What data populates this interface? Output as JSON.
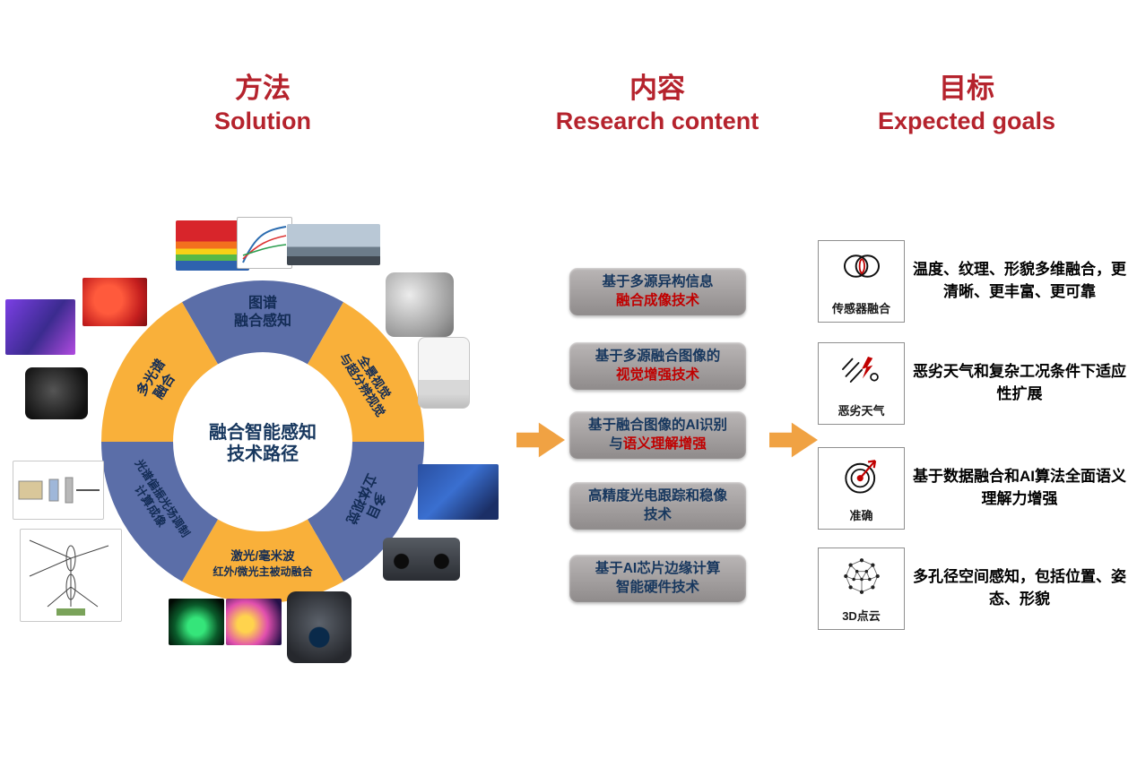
{
  "headers": [
    {
      "zh": "方法",
      "en": "Solution"
    },
    {
      "zh": "内容",
      "en": "Research content"
    },
    {
      "zh": "目标",
      "en": "Expected goals"
    }
  ],
  "ring": {
    "center_lines": [
      "融合智能感知",
      "技术路径"
    ],
    "segments": [
      {
        "lines": [
          "图谱",
          "融合感知"
        ]
      },
      {
        "lines": [
          "全景视觉",
          "与超分辨视觉"
        ]
      },
      {
        "lines": [
          "多目",
          "立体视觉"
        ]
      },
      {
        "lines": [
          "激光/毫米波",
          "红外/微光主被动融合"
        ]
      },
      {
        "lines": [
          "光谱偏振光场调制",
          "计算成像"
        ]
      },
      {
        "lines": [
          "多光谱",
          "融合"
        ]
      }
    ]
  },
  "research_items": [
    {
      "line1": "基于多源异构信息",
      "line2_prefix": "",
      "line2": "融合成像技术"
    },
    {
      "line1": "基于多源融合图像的",
      "line2_prefix": "",
      "line2": "视觉增强技术"
    },
    {
      "line1": "基于融合图像的AI识别",
      "line2_prefix": "与",
      "line2": "语义理解增强"
    },
    {
      "line1": "高精度光电跟踪和稳像",
      "line2_prefix": "",
      "line2": "技术"
    },
    {
      "line1": "基于AI芯片边缘计算",
      "line2_prefix": "",
      "line2": "智能硬件技术"
    }
  ],
  "goals": [
    {
      "icon": "sensor-fusion-icon",
      "label": "传感器融合",
      "desc": "温度、纹理、形貌多维融合，更清晰、更丰富、更可靠"
    },
    {
      "icon": "bad-weather-icon",
      "label": "恶劣天气",
      "desc": "恶劣天气和复杂工况条件下适应性扩展"
    },
    {
      "icon": "accuracy-target-icon",
      "label": "准确",
      "desc": "基于数据融合和AI算法全面语义理解力增强"
    },
    {
      "icon": "point-cloud-icon",
      "label": "3D点云",
      "desc": "多孔径空间感知，包括位置、姿态、形貌"
    }
  ],
  "colors": {
    "header_red": "#B5232D",
    "accent_red": "#C00000",
    "ring_blue": "#5B6EA8",
    "ring_yellow": "#F9B03A",
    "arrow_orange": "#F0A243",
    "text_navy": "#17375E",
    "button_gray": "#A5A1A1"
  }
}
